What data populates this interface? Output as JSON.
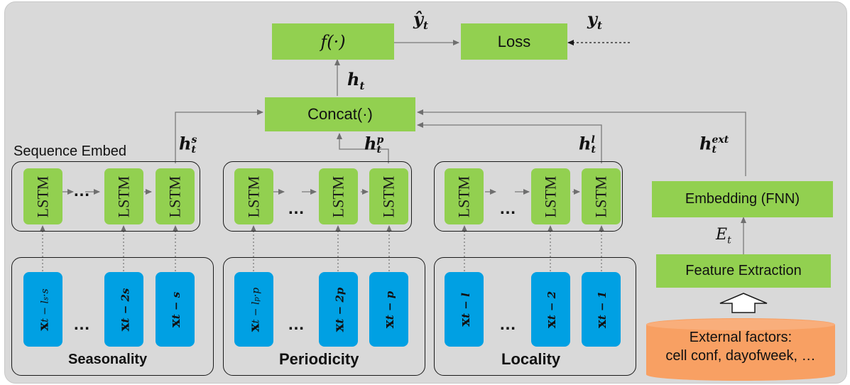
{
  "top": {
    "f_label": "f(·)",
    "loss_label": "Loss",
    "yhat_label": "ŷ",
    "yhat_sub": "t",
    "y_label": "y",
    "y_sub": "t",
    "ht_label": "h",
    "ht_sub": "t"
  },
  "concat_label": "Concat(·)",
  "sequence_embed_label": "Sequence Embed",
  "hidden": {
    "s": {
      "base": "h",
      "sup": "s",
      "sub": "t"
    },
    "p": {
      "base": "h",
      "sup": "p",
      "sub": "t"
    },
    "l": {
      "base": "h",
      "sup": "l",
      "sub": "t"
    },
    "ext": {
      "base": "h",
      "sup": "ext",
      "sub": "t"
    }
  },
  "lstm_label": "LSTM",
  "dots": "…",
  "groups": {
    "seasonality": {
      "title": "Seasonality",
      "inputs": [
        {
          "base": "x",
          "sub": "t − l",
          "subsub": "s",
          "tail": "·s"
        },
        {
          "base": "x",
          "sub": "t − 2s"
        },
        {
          "base": "x",
          "sub": "t − s"
        }
      ]
    },
    "periodicity": {
      "title": "Periodicity",
      "inputs": [
        {
          "base": "x",
          "sub": "t − l",
          "subsub": "p",
          "tail": "·p"
        },
        {
          "base": "x",
          "sub": "t − 2p"
        },
        {
          "base": "x",
          "sub": "t − p"
        }
      ]
    },
    "locality": {
      "title": "Locality",
      "inputs": [
        {
          "base": "x",
          "sub": "t − l"
        },
        {
          "base": "x",
          "sub": "t − 2"
        },
        {
          "base": "x",
          "sub": "t − 1"
        }
      ]
    }
  },
  "external": {
    "embedding_label": "Embedding (FNN)",
    "feature_label": "Feature Extraction",
    "et_label": "E",
    "et_sub": "t",
    "factors_line1": "External factors:",
    "factors_line2": "cell conf, dayofweek, …"
  },
  "colors": {
    "background": "#d9d9d9",
    "green": "#92d050",
    "blue": "#00a0e3",
    "orange": "#f8a063",
    "arrow": "#7f7f7f"
  }
}
